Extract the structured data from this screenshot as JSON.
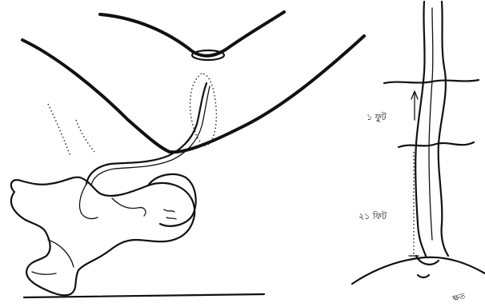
{
  "labels": {
    "upper_segment": "১ ফুট",
    "lower_segment": "২১ ফিট",
    "bottom_corner": "ক্ষত"
  },
  "colors": {
    "ink": "#111111",
    "background": "#ffffff"
  }
}
